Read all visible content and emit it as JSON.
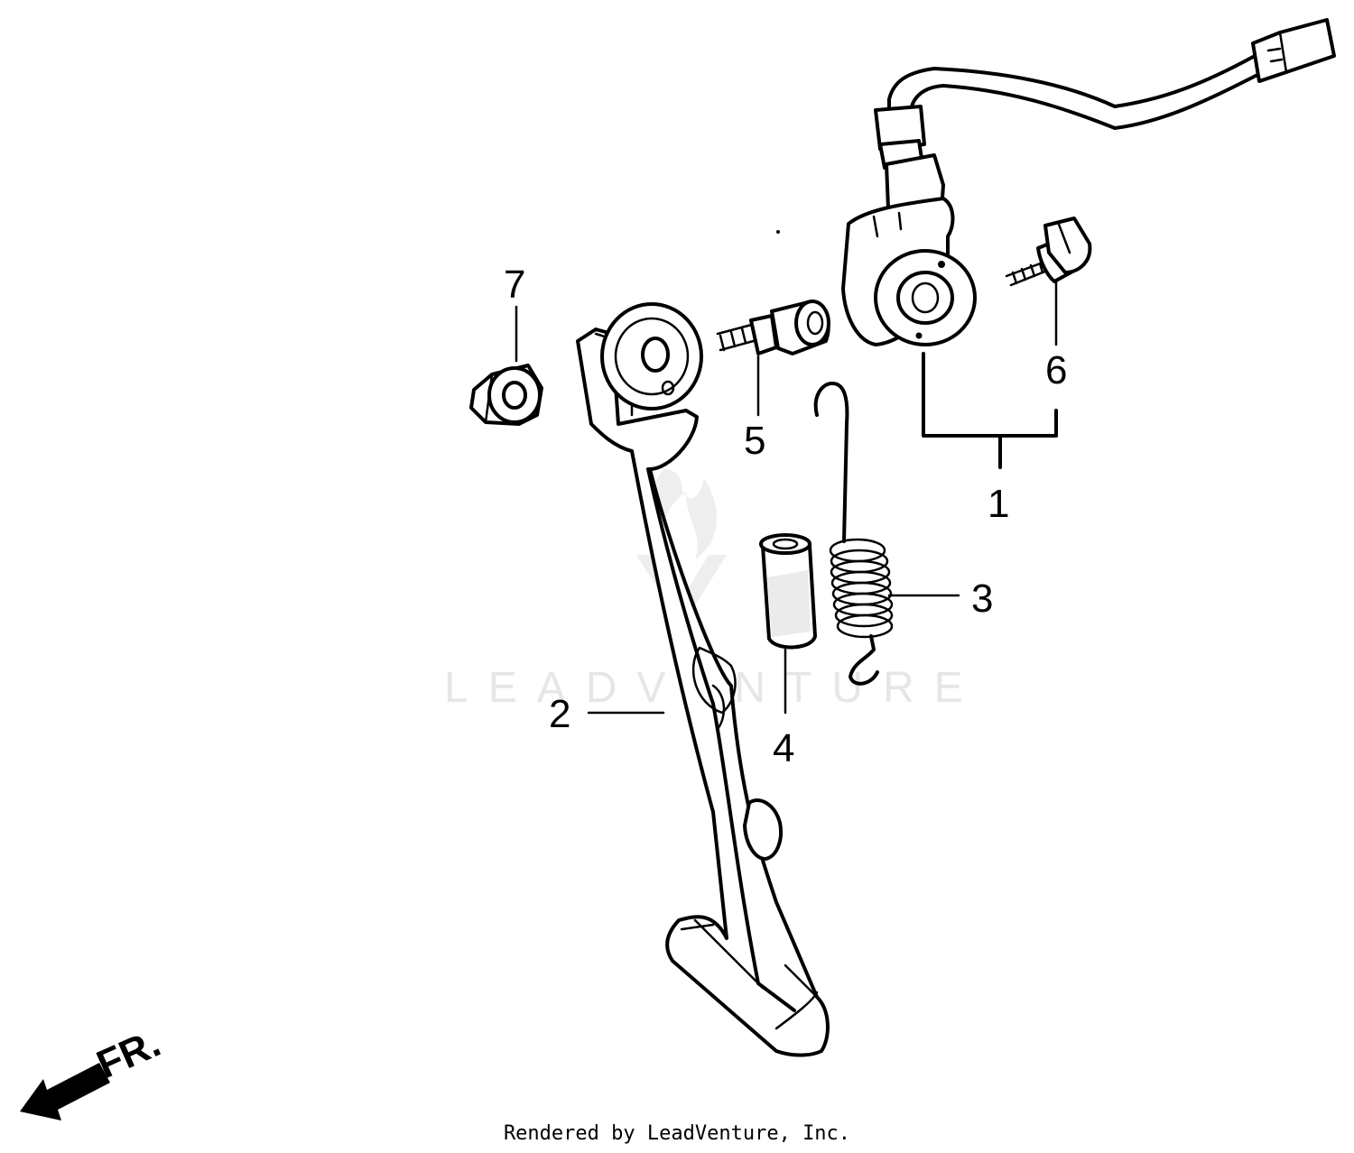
{
  "watermark": "LEADVENTURE",
  "direction_label": "FR.",
  "footer": "Rendered by LeadVenture, Inc.",
  "callouts": [
    "1",
    "2",
    "3",
    "4",
    "5",
    "6",
    "7"
  ]
}
